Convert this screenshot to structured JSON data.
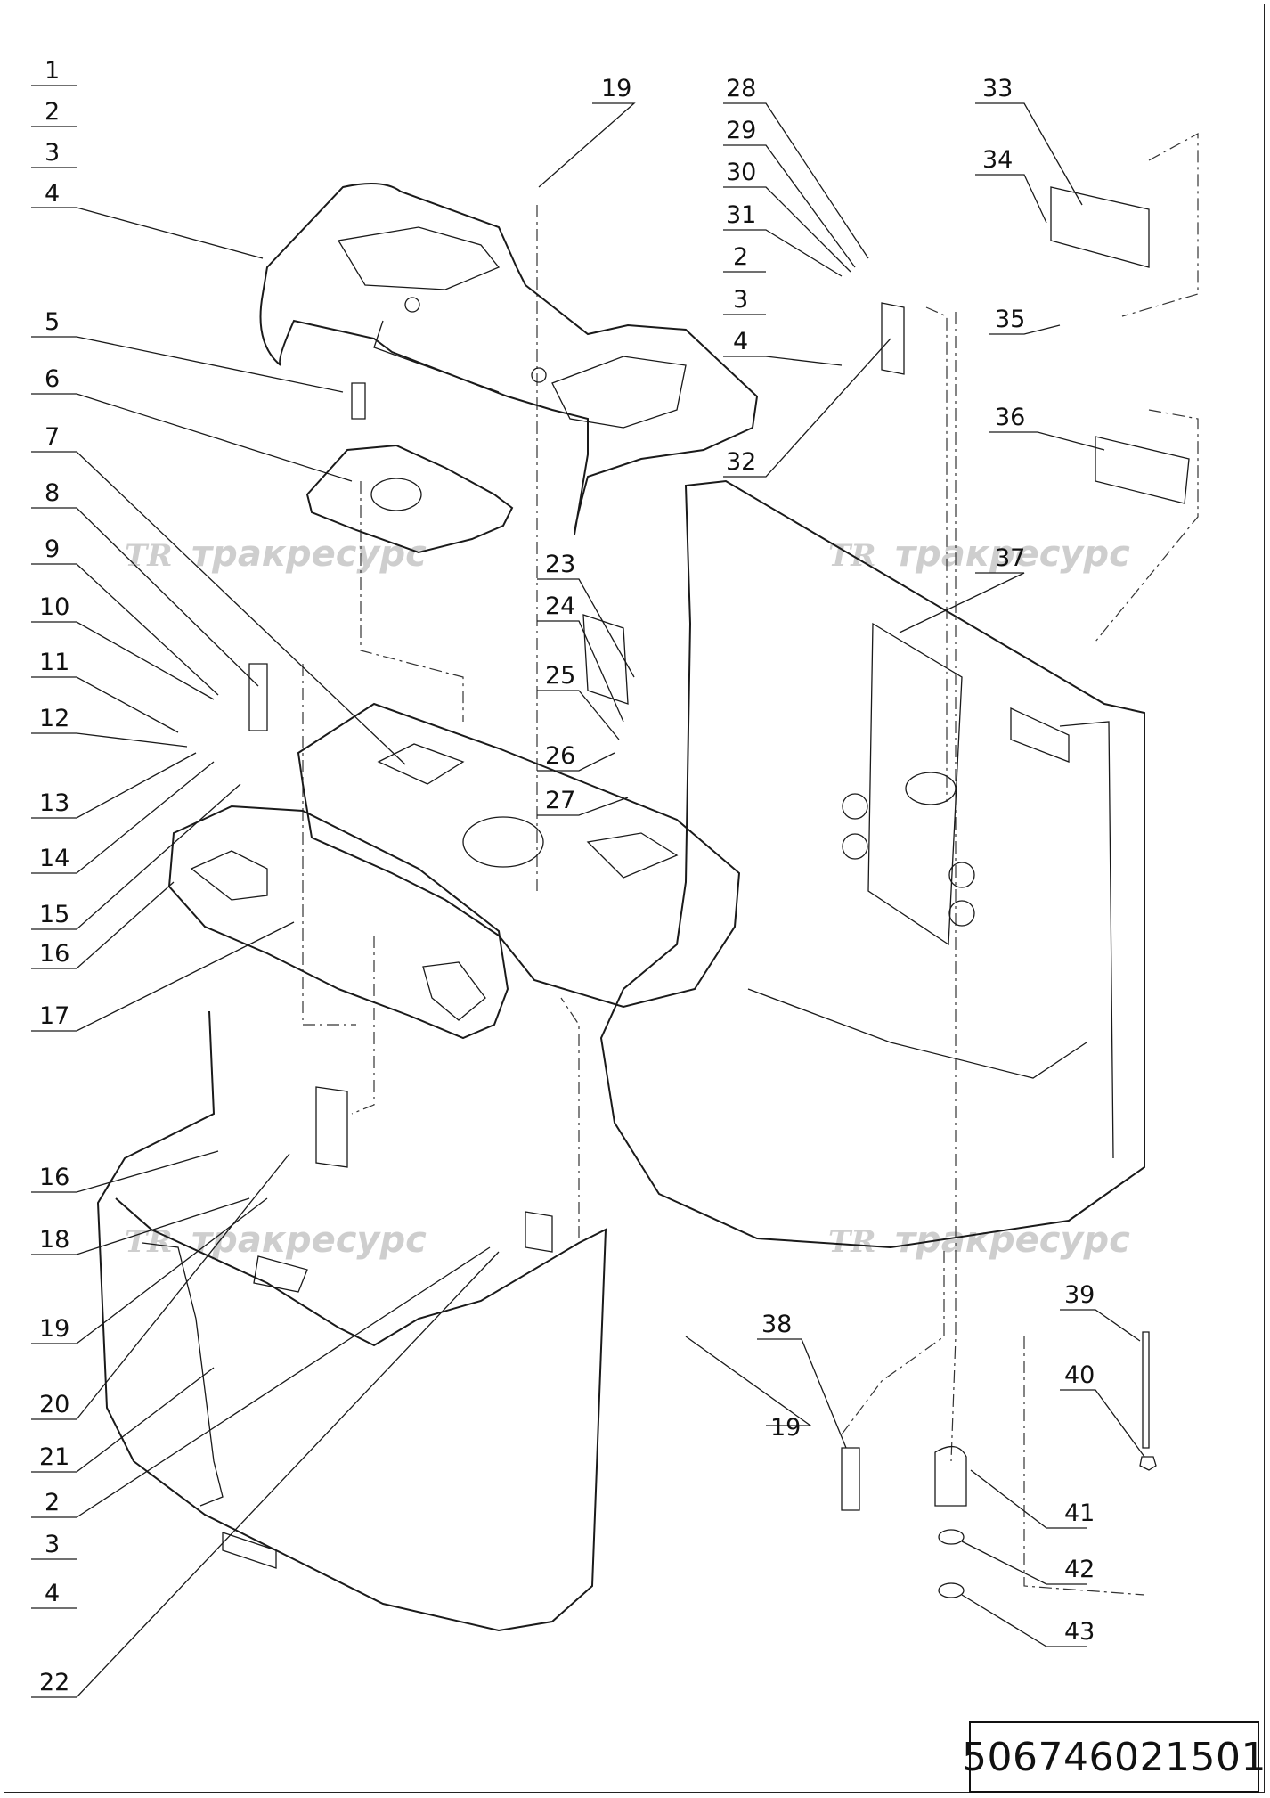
{
  "drawing": {
    "number": "506746021501",
    "watermark_text": "тракресурс",
    "watermark_logo": "TR"
  },
  "callouts": [
    {
      "id": "c1",
      "label": "1"
    },
    {
      "id": "c2",
      "label": "2"
    },
    {
      "id": "c3",
      "label": "3"
    },
    {
      "id": "c4",
      "label": "4"
    },
    {
      "id": "c5",
      "label": "5"
    },
    {
      "id": "c6",
      "label": "6"
    },
    {
      "id": "c7",
      "label": "7"
    },
    {
      "id": "c8",
      "label": "8"
    },
    {
      "id": "c9",
      "label": "9"
    },
    {
      "id": "c10",
      "label": "10"
    },
    {
      "id": "c11",
      "label": "11"
    },
    {
      "id": "c12",
      "label": "12"
    },
    {
      "id": "c13",
      "label": "13"
    },
    {
      "id": "c14",
      "label": "14"
    },
    {
      "id": "c15",
      "label": "15"
    },
    {
      "id": "c16a",
      "label": "16"
    },
    {
      "id": "c17",
      "label": "17"
    },
    {
      "id": "c16b",
      "label": "16"
    },
    {
      "id": "c18",
      "label": "18"
    },
    {
      "id": "c19a",
      "label": "19"
    },
    {
      "id": "c20",
      "label": "20"
    },
    {
      "id": "c21",
      "label": "21"
    },
    {
      "id": "c2b",
      "label": "2"
    },
    {
      "id": "c3b",
      "label": "3"
    },
    {
      "id": "c4b",
      "label": "4"
    },
    {
      "id": "c22",
      "label": "22"
    },
    {
      "id": "c19top",
      "label": "19"
    },
    {
      "id": "c28",
      "label": "28"
    },
    {
      "id": "c29",
      "label": "29"
    },
    {
      "id": "c30",
      "label": "30"
    },
    {
      "id": "c31",
      "label": "31"
    },
    {
      "id": "c2c",
      "label": "2"
    },
    {
      "id": "c3c",
      "label": "3"
    },
    {
      "id": "c4c",
      "label": "4"
    },
    {
      "id": "c32",
      "label": "32"
    },
    {
      "id": "c23",
      "label": "23"
    },
    {
      "id": "c24",
      "label": "24"
    },
    {
      "id": "c25",
      "label": "25"
    },
    {
      "id": "c26",
      "label": "26"
    },
    {
      "id": "c27",
      "label": "27"
    },
    {
      "id": "c33",
      "label": "33"
    },
    {
      "id": "c34",
      "label": "34"
    },
    {
      "id": "c35",
      "label": "35"
    },
    {
      "id": "c36",
      "label": "36"
    },
    {
      "id": "c37",
      "label": "37"
    },
    {
      "id": "c19b",
      "label": "19"
    },
    {
      "id": "c38",
      "label": "38"
    },
    {
      "id": "c39",
      "label": "39"
    },
    {
      "id": "c40",
      "label": "40"
    },
    {
      "id": "c41",
      "label": "41"
    },
    {
      "id": "c42",
      "label": "42"
    },
    {
      "id": "c43",
      "label": "43"
    }
  ]
}
